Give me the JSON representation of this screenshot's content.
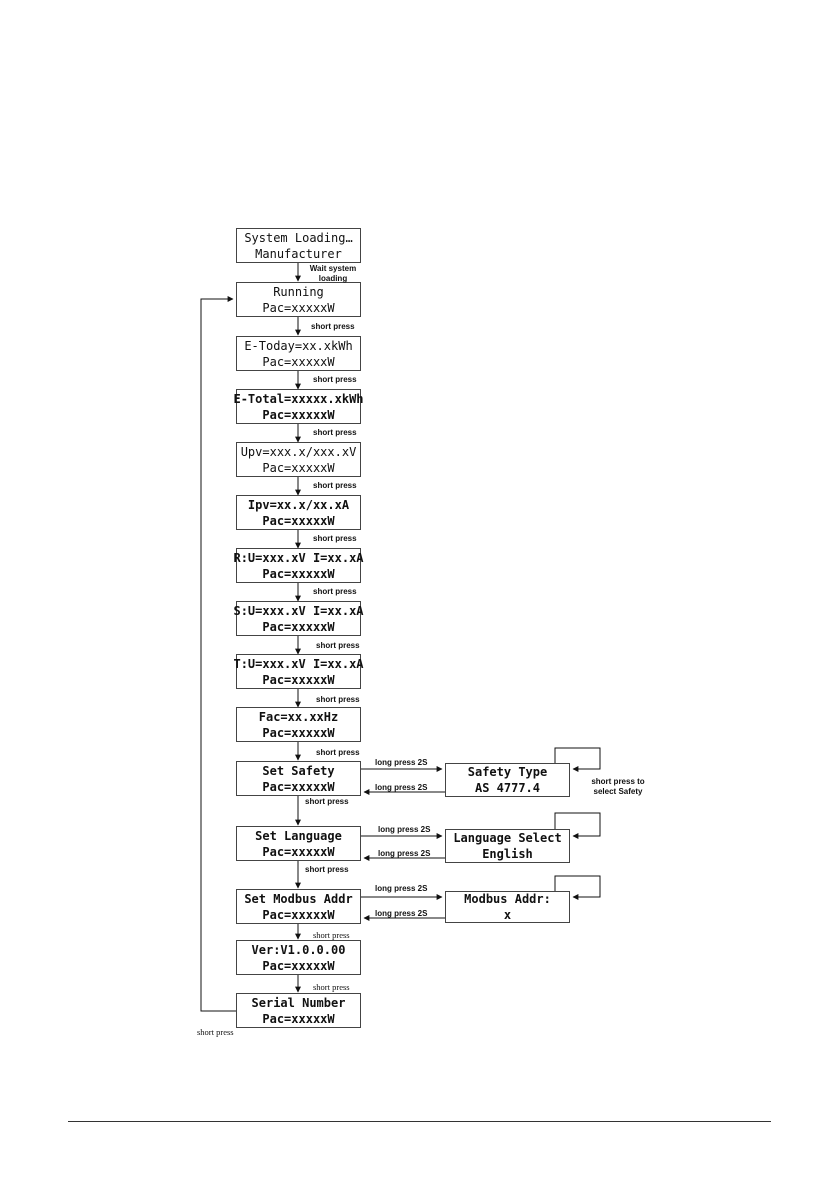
{
  "screens": [
    {
      "id": "system-loading",
      "line1": "System Loading…",
      "line2": "Manufacturer"
    },
    {
      "id": "running",
      "line1": "Running",
      "line2": "Pac=xxxxxW"
    },
    {
      "id": "e-today",
      "line1": "E-Today=xx.xkWh",
      "line2": "Pac=xxxxxW"
    },
    {
      "id": "e-total",
      "line1": "E-Total=xxxxx.xkWh",
      "line2": "Pac=xxxxxW"
    },
    {
      "id": "upv",
      "line1": "Upv=xxx.x/xxx.xV",
      "line2": "Pac=xxxxxW"
    },
    {
      "id": "ipv",
      "line1": "Ipv=xx.x/xx.xA",
      "line2": "Pac=xxxxxW"
    },
    {
      "id": "r-phase",
      "line1": "R:U=xxx.xV I=xx.xA",
      "line2": "Pac=xxxxxW"
    },
    {
      "id": "s-phase",
      "line1": "S:U=xxx.xV I=xx.xA",
      "line2": "Pac=xxxxxW"
    },
    {
      "id": "t-phase",
      "line1": "T:U=xxx.xV I=xx.xA",
      "line2": "Pac=xxxxxW"
    },
    {
      "id": "fac",
      "line1": "Fac=xx.xxHz",
      "line2": "Pac=xxxxxW"
    },
    {
      "id": "set-safety",
      "line1": "Set Safety",
      "line2": "Pac=xxxxxW"
    },
    {
      "id": "set-language",
      "line1": "Set Language",
      "line2": "Pac=xxxxxW"
    },
    {
      "id": "set-modbus",
      "line1": "Set Modbus Addr",
      "line2": "Pac=xxxxxW"
    },
    {
      "id": "version",
      "line1": "Ver:V1.0.0.00",
      "line2": "Pac=xxxxxW"
    },
    {
      "id": "serial",
      "line1": "Serial Number",
      "line2": "Pac=xxxxxW"
    }
  ],
  "sub_screens": [
    {
      "id": "safety-type",
      "line1": "Safety Type",
      "line2": "AS 4777.4"
    },
    {
      "id": "language-select",
      "line1": "Language Select",
      "line2": "English"
    },
    {
      "id": "modbus-addr",
      "line1": "Modbus Addr:",
      "line2": "x"
    }
  ],
  "labels": {
    "wait_line1": "Wait system",
    "wait_line2": "loading",
    "short_press": "short press",
    "long_press": "long press 2S",
    "safety_note_line1": "short press to",
    "safety_note_line2": "select Safety"
  }
}
